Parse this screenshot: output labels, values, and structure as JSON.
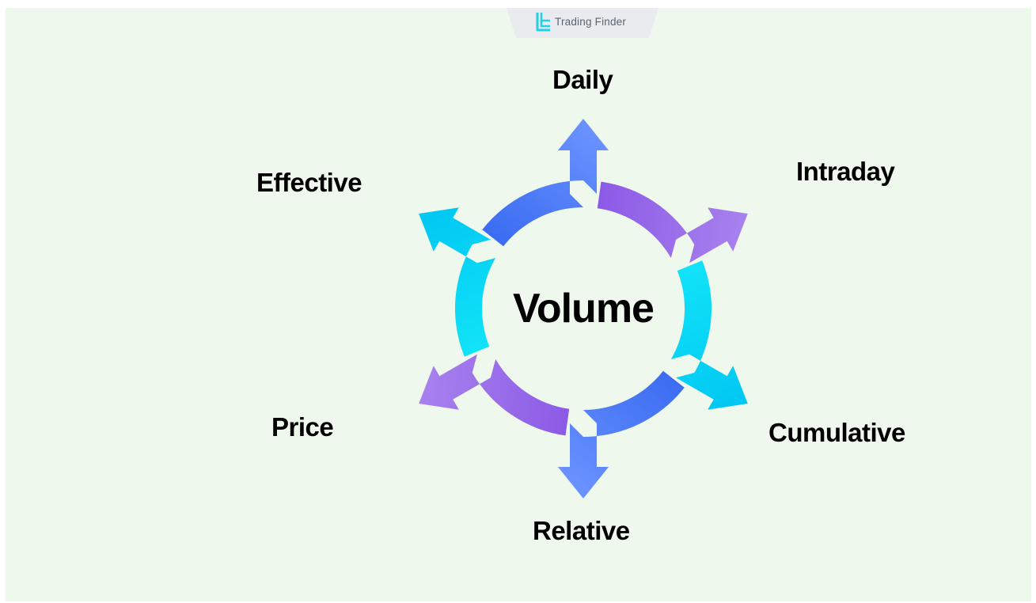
{
  "brand": {
    "name": "Trading Finder",
    "logo_icon": "trading-finder-logo-icon"
  },
  "center": {
    "label": "Volume"
  },
  "categories": [
    {
      "id": "daily",
      "label": "Daily"
    },
    {
      "id": "intraday",
      "label": "Intraday"
    },
    {
      "id": "cumulative",
      "label": "Cumulative"
    },
    {
      "id": "relative",
      "label": "Relative"
    },
    {
      "id": "price",
      "label": "Price"
    },
    {
      "id": "effective",
      "label": "Effective"
    }
  ],
  "colors": {
    "background": "#eef8ec",
    "blue": "#3b6cf2",
    "light_blue": "#6b93ff",
    "purple": "#8c5ae6",
    "light_purple": "#a882ee",
    "cyan": "#00c7f2",
    "light_cyan": "#12e3f8"
  }
}
